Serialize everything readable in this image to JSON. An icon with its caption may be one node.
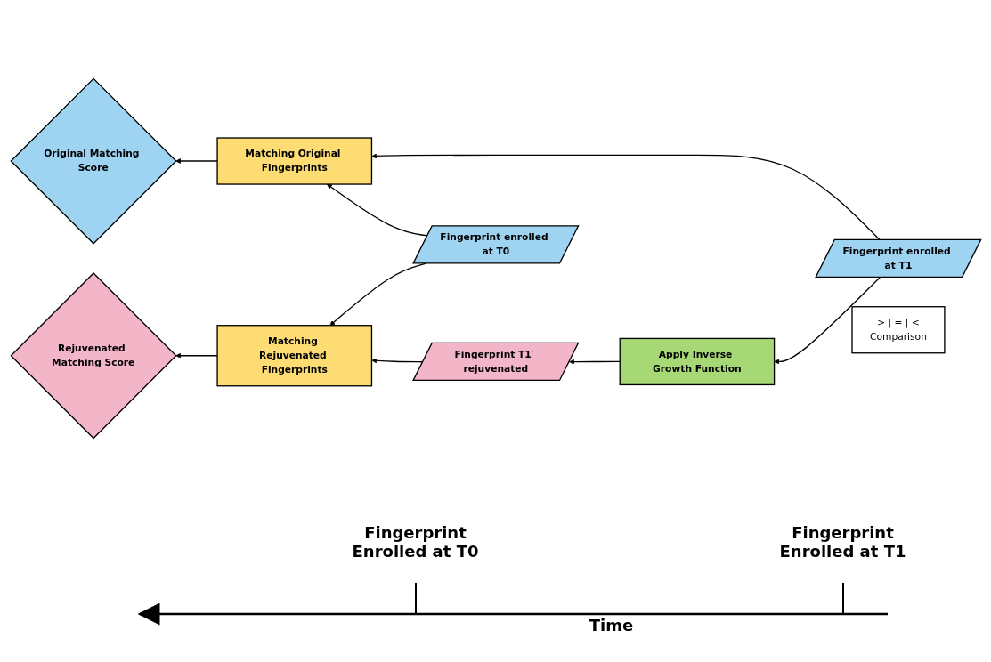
{
  "diagram": {
    "nodes": [
      {
        "text": [
          "Original Matching Score"
        ]
      },
      {
        "text": [
          "Matching Original Fingerprints"
        ]
      },
      {
        "text": [
          "Fingerprint enrolled at T1"
        ]
      },
      {
        "text": [
          "> | = | <",
          "Comparison"
        ]
      },
      {
        "text": [
          "Fingerprint enrolled at T0"
        ]
      },
      {
        "text": [
          "Apply Inverse Growth Function"
        ]
      },
      {
        "text": [
          "Rejuvenated Matching Score"
        ]
      },
      {
        "text": [
          "Matching Rejuvenated Fingerprints"
        ]
      },
      {
        "text": [
          "Fingerprint T1′ rejuvenated"
        ]
      }
    ],
    "edges": [
      {
        "from": 1,
        "to": 0,
        "arrow": "to"
      },
      {
        "from": 2,
        "to": 1,
        "arrow": "to"
      },
      {
        "from": 2,
        "to": 5,
        "arrow": "to"
      },
      {
        "from": 4,
        "to": 1,
        "arrow": "to"
      },
      {
        "from": 4,
        "to": 7,
        "arrow": "to"
      },
      {
        "from": 5,
        "to": 8,
        "arrow": "to"
      },
      {
        "from": 8,
        "to": 7,
        "arrow": "to"
      },
      {
        "from": 7,
        "to": 6,
        "arrow": "to"
      }
    ],
    "labels": [
      "Fingerprint Enrolled at T0",
      "Fingerprint Enrolled at T1",
      "Time"
    ]
  }
}
